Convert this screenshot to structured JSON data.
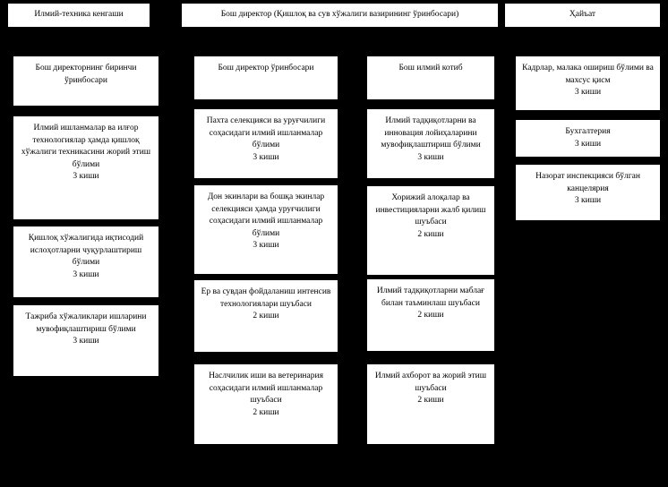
{
  "diagram": {
    "title_top": [
      {
        "id": "council",
        "label": "Илмий-техника кенгаши"
      },
      {
        "id": "director",
        "label": "Бош директор (Қишлоқ ва сув хўжалиги вазирининг ўринбосари)"
      },
      {
        "id": "board",
        "label": "Ҳайъат"
      }
    ],
    "columns": [
      {
        "id": "col-1",
        "nodes": [
          {
            "label": "Бош директорнинг биринчи ўринбосари",
            "count": ""
          },
          {
            "label": "Илмий ишланмалар ва илғор технологиялар ҳамда қишлоқ хўжалиги техникасини жорий этиш бўлими",
            "count": "3 киши"
          },
          {
            "label": "Қишлоқ хўжалигида иқтисодий ислоҳотларни чуқурлаштириш бўлими",
            "count": "3 киши"
          },
          {
            "label": "Тажриба хўжаликлари ишларини мувофиқлаштириш бўлими",
            "count": "3 киши"
          }
        ]
      },
      {
        "id": "col-2",
        "nodes": [
          {
            "label": "Бош директор ўринбосари",
            "count": ""
          },
          {
            "label": "Пахта селекцияси ва уруғчилиги соҳасидаги илмий ишланмалар бўлими",
            "count": "3 киши"
          },
          {
            "label": "Дон экинлари ва бошқа экинлар селекцияси ҳамда уруғчилиги соҳасидаги илмий ишланмалар бўлими",
            "count": "3 киши"
          },
          {
            "label": "Ер ва сувдан фойдаланиш интенсив технологиялари шуъбаси",
            "count": "2 киши"
          },
          {
            "label": "Наслчилик иши ва ветеринария соҳасидаги илмий ишланмалар шуъбаси",
            "count": "2 киши"
          }
        ]
      },
      {
        "id": "col-3",
        "nodes": [
          {
            "label": "Бош илмий котиб",
            "count": ""
          },
          {
            "label": "Илмий тадқиқотларни ва инновация лойиҳаларини мувофиқлаштириш бўлими",
            "count": "3 киши"
          },
          {
            "label": "Хорижий алоқалар ва инвестицияларни жалб қилиш шуъбаси",
            "count": "2 киши"
          },
          {
            "label": "Илмий тадқиқотларни маблағ билан таъминлаш шуъбаси",
            "count": "2 киши"
          },
          {
            "label": "Илмий ахборот ва жорий этиш шуъбаси",
            "count": "2 киши"
          }
        ]
      },
      {
        "id": "col-4",
        "nodes": [
          {
            "label": "Кадрлар, малака ошириш бўлими ва махсус қисм",
            "count": "3 киши"
          },
          {
            "label": "Бухгалтерия",
            "count": "3 киши"
          },
          {
            "label": "Назорат инспекцияси бўлган канцелярия",
            "count": "3 киши"
          }
        ]
      }
    ],
    "colors": {
      "background": "#000000",
      "node_fill": "#ffffff",
      "node_border": "#000000",
      "text": "#000000"
    }
  }
}
